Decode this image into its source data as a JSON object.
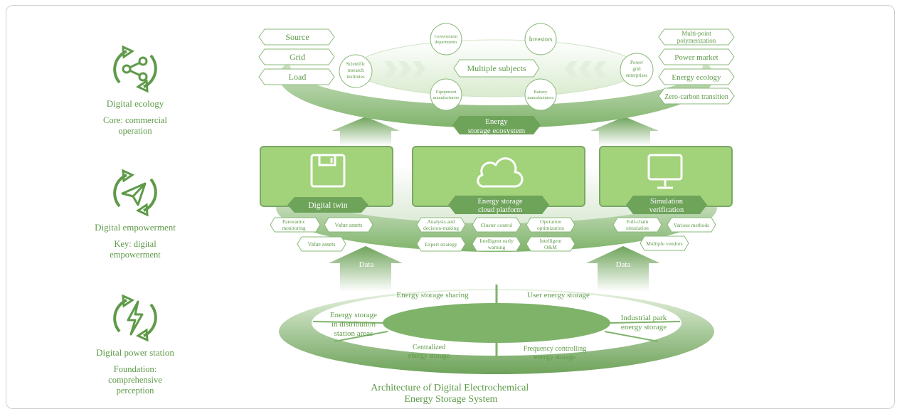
{
  "left_panel": {
    "ecology": {
      "title": "Digital ecology",
      "subtitle": "Core: commercial\noperation",
      "icon": "share-cycle-icon"
    },
    "empowerment": {
      "title": "Digital empowerment",
      "subtitle": "Key: digital\nempowerment",
      "icon": "paper-plane-cycle-icon"
    },
    "power_station": {
      "title": "Digital power station",
      "subtitle": "Foundation:\ncomprehensive\nperception",
      "icon": "lightning-cycle-icon"
    }
  },
  "ecosystem": {
    "left_tags": [
      "Source",
      "Grid",
      "Load"
    ],
    "right_tags": [
      "Multi-point polymerization",
      "Power market",
      "Energy ecology",
      "Zero-carbon transition"
    ],
    "center_label": "Multiple subjects",
    "subjects": {
      "government": "Government departments",
      "investors": "Investors",
      "scientific": "Scientific research institutes",
      "power_grid": "Power grid enterprises",
      "equipment": "Equipment manufacturers",
      "battery": "Battery manufacturers"
    },
    "banner": "Energy storage ecosystem"
  },
  "platform": {
    "digital_twin": {
      "label": "Digital twin",
      "icon": "floppy-disk-icon",
      "tags": [
        "Panoramic monitoring",
        "Value assets",
        "Value assets"
      ]
    },
    "cloud": {
      "label": "Energy storage cloud platform",
      "icon": "cloud-icon",
      "tags": [
        "Analysis and decision-making",
        "Cluster control",
        "Operation optimization",
        "Expert strategy",
        "Intelligent early warning",
        "Intelligent O&M"
      ]
    },
    "simulation": {
      "label": "Simulation verification",
      "icon": "monitor-icon",
      "tags": [
        "Full-chain simulation",
        "Various methods",
        "Multiple vendors"
      ]
    }
  },
  "data_labels": [
    "Data",
    "Data"
  ],
  "station_ring": {
    "segments": [
      "Energy storage sharing",
      "User energy storage",
      "Energy storage in distribution station areas",
      "Industrial park energy storage",
      "Centralized energy storage",
      "Frequency controlling energy storage"
    ]
  },
  "caption": "Architecture of Digital Electrochemical Energy Storage System",
  "colors": {
    "primary": "#5e9a48",
    "light_green": "#a2d27a",
    "dark_green": "#6ea35a",
    "pale": "#eef6ea"
  }
}
